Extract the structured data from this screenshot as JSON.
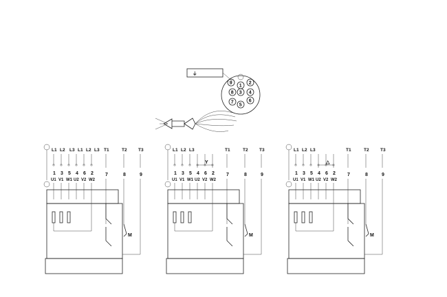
{
  "connector": {
    "pins": [
      "9",
      "1",
      "2",
      "8",
      "3",
      "4",
      "7",
      "5",
      "6"
    ],
    "ground_label": "⏚"
  },
  "motor_label": "M",
  "diagrams": [
    {
      "supply_labels": [
        "L1",
        "L2",
        "L3",
        "L1",
        "L2",
        "L3"
      ],
      "thermal_labels": [
        "T1",
        "T2",
        "T3"
      ],
      "terminal_numbers": [
        "1",
        "3",
        "5",
        "4",
        "6",
        "2"
      ],
      "terminal_names": [
        "U1",
        "V1",
        "W1",
        "U2",
        "V2",
        "W2"
      ],
      "thermal_numbers": [
        "7",
        "8",
        "9"
      ]
    },
    {
      "supply_labels": [
        "L1",
        "L2",
        "L3"
      ],
      "thermal_labels": [
        "T1",
        "T2",
        "T3"
      ],
      "terminal_numbers": [
        "1",
        "3",
        "5",
        "4",
        "6",
        "2"
      ],
      "terminal_names": [
        "U1",
        "V1",
        "W1",
        "U2",
        "V2",
        "W2"
      ],
      "thermal_numbers": [
        "7",
        "8",
        "9"
      ],
      "connection_symbol": "Y"
    },
    {
      "supply_labels": [
        "L1",
        "L2",
        "L3"
      ],
      "thermal_labels": [
        "T1",
        "T2",
        "T3"
      ],
      "terminal_numbers": [
        "1",
        "3",
        "5",
        "4",
        "6",
        "2"
      ],
      "terminal_names": [
        "U1",
        "V1",
        "W1",
        "U2",
        "V2",
        "W2"
      ],
      "thermal_numbers": [
        "7",
        "8",
        "9"
      ],
      "connection_symbol": "△"
    }
  ]
}
